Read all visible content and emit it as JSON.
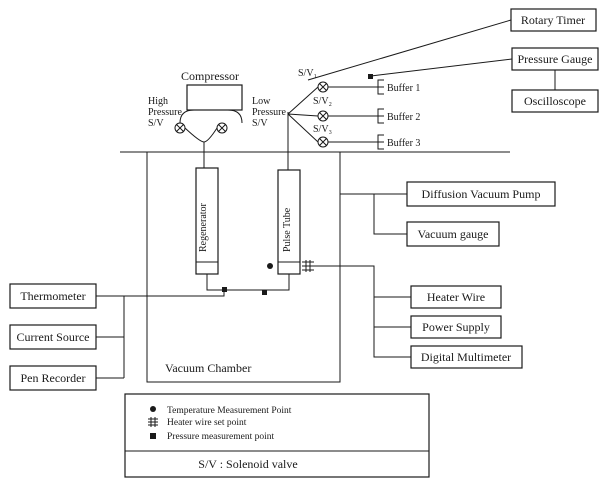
{
  "components": {
    "rotary_timer": "Rotary Timer",
    "pressure_gauge": "Pressure Gauge",
    "oscilloscope": "Oscilloscope",
    "compressor": "Compressor",
    "high_pressure": [
      "High",
      "Pressure",
      "S/V"
    ],
    "low_pressure": [
      "Low",
      "Pressure",
      "S/V"
    ],
    "sv_labels": [
      "S/V₁",
      "S/V₂",
      "S/V₃"
    ],
    "buffers": [
      "Buffer 1",
      "Buffer 2",
      "Buffer 3"
    ],
    "regenerator": "Regenerator",
    "pulse_tube": "Pulse Tube",
    "diffusion_pump": "Diffusion Vacuum Pump",
    "vacuum_gauge": "Vacuum gauge",
    "thermometer": "Thermometer",
    "current_source": "Current Source",
    "pen_recorder": "Pen Recorder",
    "vacuum_chamber": "Vacuum Chamber",
    "heater_wire": "Heater Wire",
    "power_supply": "Power Supply",
    "digital_multimeter": "Digital Multimeter"
  },
  "legend": {
    "items": [
      "Temperature Measurement Point",
      "Heater wire set point",
      "Pressure measurement point"
    ],
    "footer": "S/V : Solenoid valve"
  }
}
